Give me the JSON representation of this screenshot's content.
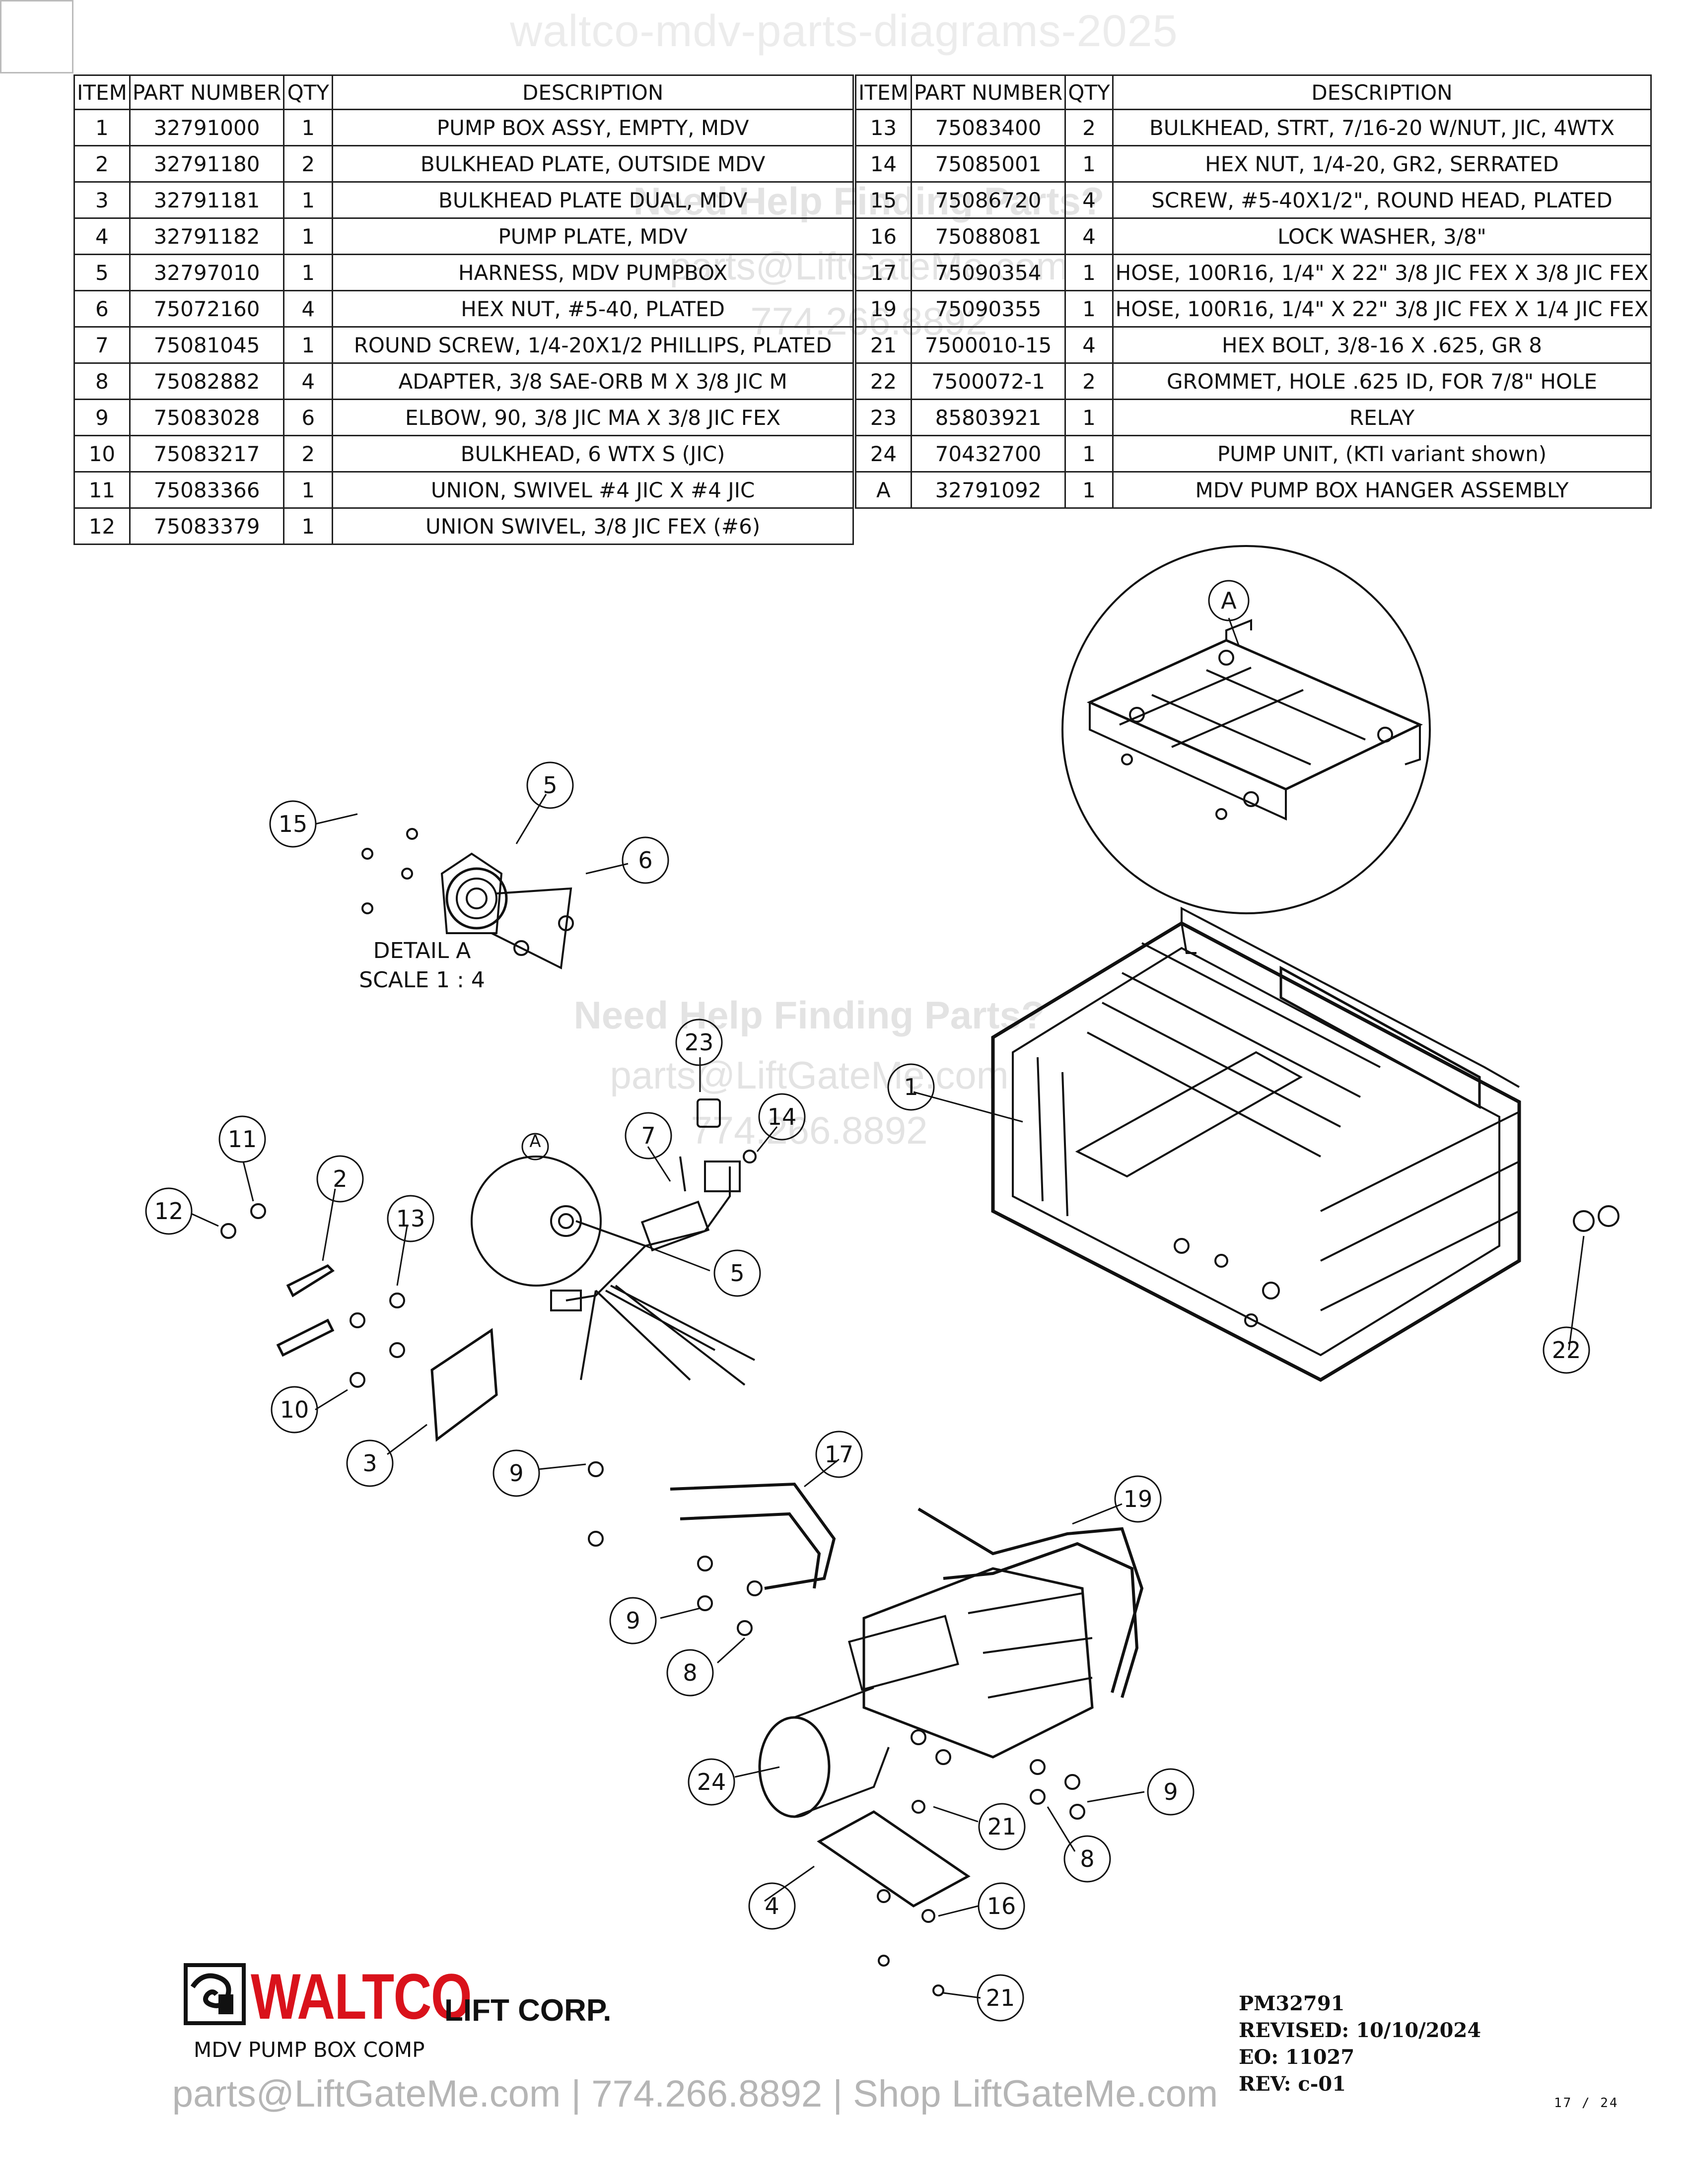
{
  "header": {
    "watermark_title": "waltco-mdv-parts-diagrams-2025"
  },
  "columns": [
    "ITEM",
    "PART NUMBER",
    "QTY",
    "DESCRIPTION"
  ],
  "parts_left": [
    {
      "item": "1",
      "part_number": "32791000",
      "qty": "1",
      "description": "PUMP BOX ASSY, EMPTY, MDV"
    },
    {
      "item": "2",
      "part_number": "32791180",
      "qty": "2",
      "description": "BULKHEAD PLATE, OUTSIDE MDV"
    },
    {
      "item": "3",
      "part_number": "32791181",
      "qty": "1",
      "description": "BULKHEAD PLATE DUAL, MDV"
    },
    {
      "item": "4",
      "part_number": "32791182",
      "qty": "1",
      "description": "PUMP PLATE, MDV"
    },
    {
      "item": "5",
      "part_number": "32797010",
      "qty": "1",
      "description": "HARNESS, MDV PUMPBOX"
    },
    {
      "item": "6",
      "part_number": "75072160",
      "qty": "4",
      "description": "HEX NUT, #5-40, PLATED"
    },
    {
      "item": "7",
      "part_number": "75081045",
      "qty": "1",
      "description": "ROUND SCREW, 1/4-20X1/2 PHILLIPS, PLATED"
    },
    {
      "item": "8",
      "part_number": "75082882",
      "qty": "4",
      "description": "ADAPTER, 3/8 SAE-ORB M X 3/8 JIC M"
    },
    {
      "item": "9",
      "part_number": "75083028",
      "qty": "6",
      "description": "ELBOW, 90, 3/8 JIC MA X 3/8 JIC FEX"
    },
    {
      "item": "10",
      "part_number": "75083217",
      "qty": "2",
      "description": "BULKHEAD, 6 WTX S (JIC)"
    },
    {
      "item": "11",
      "part_number": "75083366",
      "qty": "1",
      "description": "UNION, SWIVEL #4 JIC X #4 JIC"
    },
    {
      "item": "12",
      "part_number": "75083379",
      "qty": "1",
      "description": "UNION SWIVEL, 3/8 JIC FEX (#6)"
    }
  ],
  "parts_right": [
    {
      "item": "13",
      "part_number": "75083400",
      "qty": "2",
      "description": "BULKHEAD, STRT, 7/16-20 W/NUT, JIC, 4WTX"
    },
    {
      "item": "14",
      "part_number": "75085001",
      "qty": "1",
      "description": "HEX NUT, 1/4-20, GR2, SERRATED"
    },
    {
      "item": "15",
      "part_number": "75086720",
      "qty": "4",
      "description": "SCREW, #5-40X1/2\", ROUND HEAD, PLATED"
    },
    {
      "item": "16",
      "part_number": "75088081",
      "qty": "4",
      "description": "LOCK WASHER, 3/8\""
    },
    {
      "item": "17",
      "part_number": "75090354",
      "qty": "1",
      "description": "HOSE, 100R16, 1/4\" X 22\" 3/8 JIC FEX X 3/8 JIC FEX"
    },
    {
      "item": "19",
      "part_number": "75090355",
      "qty": "1",
      "description": "HOSE, 100R16, 1/4\" X 22\" 3/8 JIC FEX X 1/4 JIC FEX"
    },
    {
      "item": "21",
      "part_number": "7500010-15",
      "qty": "4",
      "description": "HEX BOLT, 3/8-16 X .625, GR 8"
    },
    {
      "item": "22",
      "part_number": "7500072-1",
      "qty": "2",
      "description": "GROMMET, HOLE .625 ID, FOR 7/8\" HOLE"
    },
    {
      "item": "23",
      "part_number": "85803921",
      "qty": "1",
      "description": "RELAY"
    },
    {
      "item": "24",
      "part_number": "70432700",
      "qty": "1",
      "description": "PUMP UNIT, (KTI variant shown)"
    },
    {
      "item": "A",
      "part_number": "32791092",
      "qty": "1",
      "description": "MDV PUMP BOX HANGER ASSEMBLY"
    }
  ],
  "watermarks": {
    "top": {
      "line1": "Need Help Finding Parts?",
      "line2": "parts@LiftGateMe.com",
      "line3": "774.266.8892"
    },
    "mid": {
      "line1": "Need Help Finding Parts?",
      "line2": "parts@LiftGateMe.com",
      "line3": "774.266.8892"
    }
  },
  "detail": {
    "line1": "DETAIL A",
    "line2": "SCALE 1 : 4"
  },
  "callouts": {
    "c5a": "5",
    "c15": "15",
    "c6": "6",
    "cA": "A",
    "cA2": "A",
    "c23": "23",
    "c14": "14",
    "c7": "7",
    "c11": "11",
    "c2": "2",
    "c12": "12",
    "c13": "13",
    "c1": "1",
    "c5b": "5",
    "c22": "22",
    "c10": "10",
    "c3": "3",
    "c9a": "9",
    "c17": "17",
    "c19": "19",
    "c9b": "9",
    "c8a": "8",
    "c24": "24",
    "c21a": "21",
    "c9c": "9",
    "c8b": "8",
    "c4": "4",
    "c16": "16",
    "c21b": "21"
  },
  "logo": {
    "word": "WALTCO",
    "corp": "LIFT CORP."
  },
  "doc_title": "MDV PUMP BOX COMP",
  "revision": {
    "pm": "PM32791",
    "revised": "REVISED: 10/10/2024",
    "eo": "EO: 11027",
    "rev": "REV: c-01"
  },
  "footer": "parts@LiftGateMe.com | 774.266.8892 | Shop LiftGateMe.com",
  "page": "17 / 24",
  "colors": {
    "brand_red": "#d9121b",
    "watermark": "#e3e3e3",
    "line": "#111111"
  }
}
